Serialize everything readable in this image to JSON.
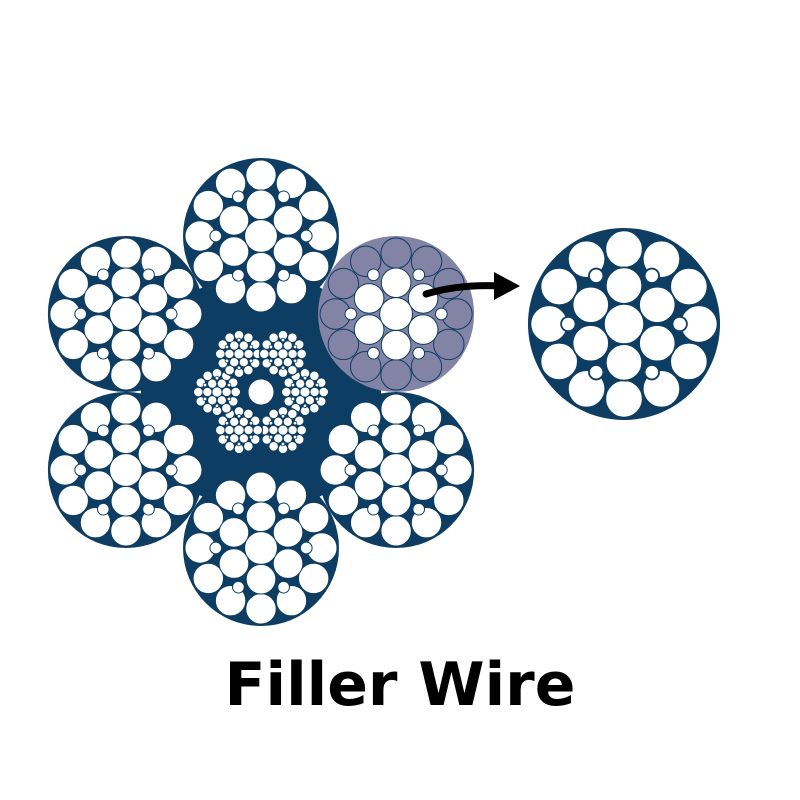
{
  "title": "Filler Wire",
  "colors": {
    "background": "#ffffff",
    "wire_fill": "#ffffff",
    "wire_stroke": "#0d3d63",
    "strand_core": "#0d3d63",
    "highlight_outer": "#8283a5",
    "arrow": "#000000",
    "caption": "#000000"
  },
  "diagram": {
    "strands_around_core": 6,
    "highlighted_strand_index": 1,
    "strand_layers": {
      "center_wire": 1,
      "inner_ring": 6,
      "filler_ring": 6,
      "outer_ring": 12
    },
    "icons": [
      "wire-rope-cross-section",
      "arrow-right-icon",
      "filler-wire-strand-detail"
    ]
  }
}
